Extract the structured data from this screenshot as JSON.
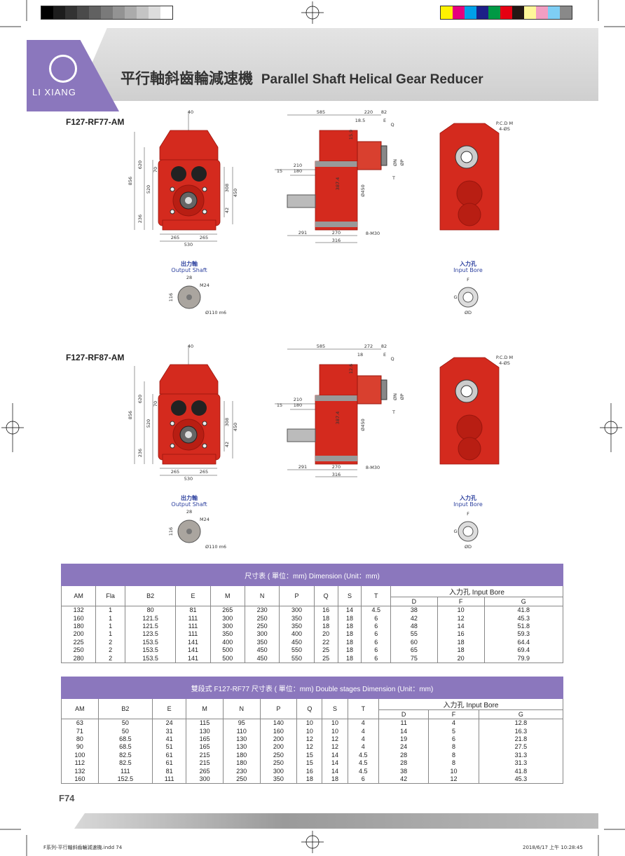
{
  "header": {
    "logo_text": "LI XIANG",
    "title_cn": "平行軸斜齒輪減速機",
    "title_en": "Parallel Shaft Helical Gear Reducer"
  },
  "colors": {
    "accent": "#8b77bd",
    "gearbox_red": "#d42a1e",
    "caption_blue": "#2b3f9e"
  },
  "section1": {
    "model": "F127-RF77-AM",
    "dims": {
      "top_offset": "40",
      "h856": "856",
      "h620": "620",
      "h520": "520",
      "h236": "236",
      "v70": "70",
      "v308": "308",
      "v450": "450",
      "v42": "42",
      "w265a": "265",
      "w265b": "265",
      "w530": "530",
      "s585": "585",
      "s220": "220",
      "s82": "82",
      "s18_5": "18.5",
      "s15_9": "15.9",
      "s210": "210",
      "s180": "180",
      "s15": "15",
      "s387": "387.4",
      "s450": "Ø450",
      "s291": "291",
      "s270": "270",
      "s316": "316",
      "bolt": "8-M30",
      "pn": "ØN",
      "pp": "ØP",
      "pe": "E",
      "pq": "Q",
      "pt": "T",
      "pcd": "P.C.D M",
      "holes": "4-ØS"
    },
    "output_shaft": {
      "cn": "出力軸",
      "en": "Output Shaft",
      "w": "28",
      "h": "116",
      "thread": "M24",
      "dia": "Ø110 m6"
    },
    "input_bore": {
      "cn": "入力孔",
      "en": "Input Bore",
      "f": "F",
      "g": "G",
      "d": "ØD"
    }
  },
  "section2": {
    "model": "F127-RF87-AM",
    "dims": {
      "top_offset": "40",
      "h856": "856",
      "h620": "620",
      "h520": "520",
      "h236": "236",
      "v70": "70",
      "v308": "308",
      "v450": "450",
      "v42": "42",
      "w265a": "265",
      "w265b": "265",
      "w530": "530",
      "s585": "585",
      "s220": "272",
      "s82": "82",
      "s18_5": "18",
      "s15_9": "12.6",
      "s210": "210",
      "s180": "180",
      "s15": "15",
      "s387": "387.4",
      "s450": "Ø450",
      "s291": "291",
      "s270": "270",
      "s316": "316",
      "bolt": "8-M30",
      "pn": "ØN",
      "pp": "ØP",
      "pe": "E",
      "pq": "Q",
      "pt": "T",
      "pcd": "P.C.D M",
      "holes": "4-ØS"
    },
    "output_shaft": {
      "cn": "出力軸",
      "en": "Output Shaft",
      "w": "28",
      "h": "116",
      "thread": "M24",
      "dia": "Ø110 m6"
    },
    "input_bore": {
      "cn": "入力孔",
      "en": "Input Bore",
      "f": "F",
      "g": "G",
      "d": "ØD"
    }
  },
  "table1": {
    "caption": "尺寸表 ( 單位：mm)  Dimension (Unit：mm)",
    "headers": [
      "AM",
      "Fla",
      "B2",
      "E",
      "M",
      "N",
      "P",
      "Q",
      "S",
      "T"
    ],
    "input_bore": "入力孔 Input Bore",
    "sub": [
      "D",
      "F",
      "G"
    ],
    "rows": [
      [
        "132",
        "1",
        "80",
        "81",
        "265",
        "230",
        "300",
        "16",
        "14",
        "4.5",
        "38",
        "10",
        "41.8"
      ],
      [
        "160",
        "1",
        "121.5",
        "111",
        "300",
        "250",
        "350",
        "18",
        "18",
        "6",
        "42",
        "12",
        "45.3"
      ],
      [
        "180",
        "1",
        "121.5",
        "111",
        "300",
        "250",
        "350",
        "18",
        "18",
        "6",
        "48",
        "14",
        "51.8"
      ],
      [
        "200",
        "1",
        "123.5",
        "111",
        "350",
        "300",
        "400",
        "20",
        "18",
        "6",
        "55",
        "16",
        "59.3"
      ],
      [
        "225",
        "2",
        "153.5",
        "141",
        "400",
        "350",
        "450",
        "22",
        "18",
        "6",
        "60",
        "18",
        "64.4"
      ],
      [
        "250",
        "2",
        "153.5",
        "141",
        "500",
        "450",
        "550",
        "25",
        "18",
        "6",
        "65",
        "18",
        "69.4"
      ],
      [
        "280",
        "2",
        "153.5",
        "141",
        "500",
        "450",
        "550",
        "25",
        "18",
        "6",
        "75",
        "20",
        "79.9"
      ]
    ]
  },
  "table2": {
    "caption": "雙段式 F127-RF77 尺寸表 ( 單位：mm)   Double stages Dimension (Unit：mm)",
    "headers": [
      "AM",
      "B2",
      "E",
      "M",
      "N",
      "P",
      "Q",
      "S",
      "T"
    ],
    "input_bore": "入力孔 Input Bore",
    "sub": [
      "D",
      "F",
      "G"
    ],
    "rows": [
      [
        "63",
        "50",
        "24",
        "115",
        "95",
        "140",
        "10",
        "10",
        "4",
        "11",
        "4",
        "12.8"
      ],
      [
        "71",
        "50",
        "31",
        "130",
        "110",
        "160",
        "10",
        "10",
        "4",
        "14",
        "5",
        "16.3"
      ],
      [
        "80",
        "68.5",
        "41",
        "165",
        "130",
        "200",
        "12",
        "12",
        "4",
        "19",
        "6",
        "21.8"
      ],
      [
        "90",
        "68.5",
        "51",
        "165",
        "130",
        "200",
        "12",
        "12",
        "4",
        "24",
        "8",
        "27.5"
      ],
      [
        "100",
        "82.5",
        "61",
        "215",
        "180",
        "250",
        "15",
        "14",
        "4.5",
        "28",
        "8",
        "31.3"
      ],
      [
        "112",
        "82.5",
        "61",
        "215",
        "180",
        "250",
        "15",
        "14",
        "4.5",
        "28",
        "8",
        "31.3"
      ],
      [
        "132",
        "111",
        "81",
        "265",
        "230",
        "300",
        "16",
        "14",
        "4.5",
        "38",
        "10",
        "41.8"
      ],
      [
        "160",
        "152.5",
        "111",
        "300",
        "250",
        "350",
        "18",
        "18",
        "6",
        "42",
        "12",
        "45.3"
      ]
    ]
  },
  "footer": {
    "page": "F74",
    "file": "F系列-平行軸斜齒輪減速機.indd   74",
    "date": "2018/6/17   上午 10:28:45"
  }
}
